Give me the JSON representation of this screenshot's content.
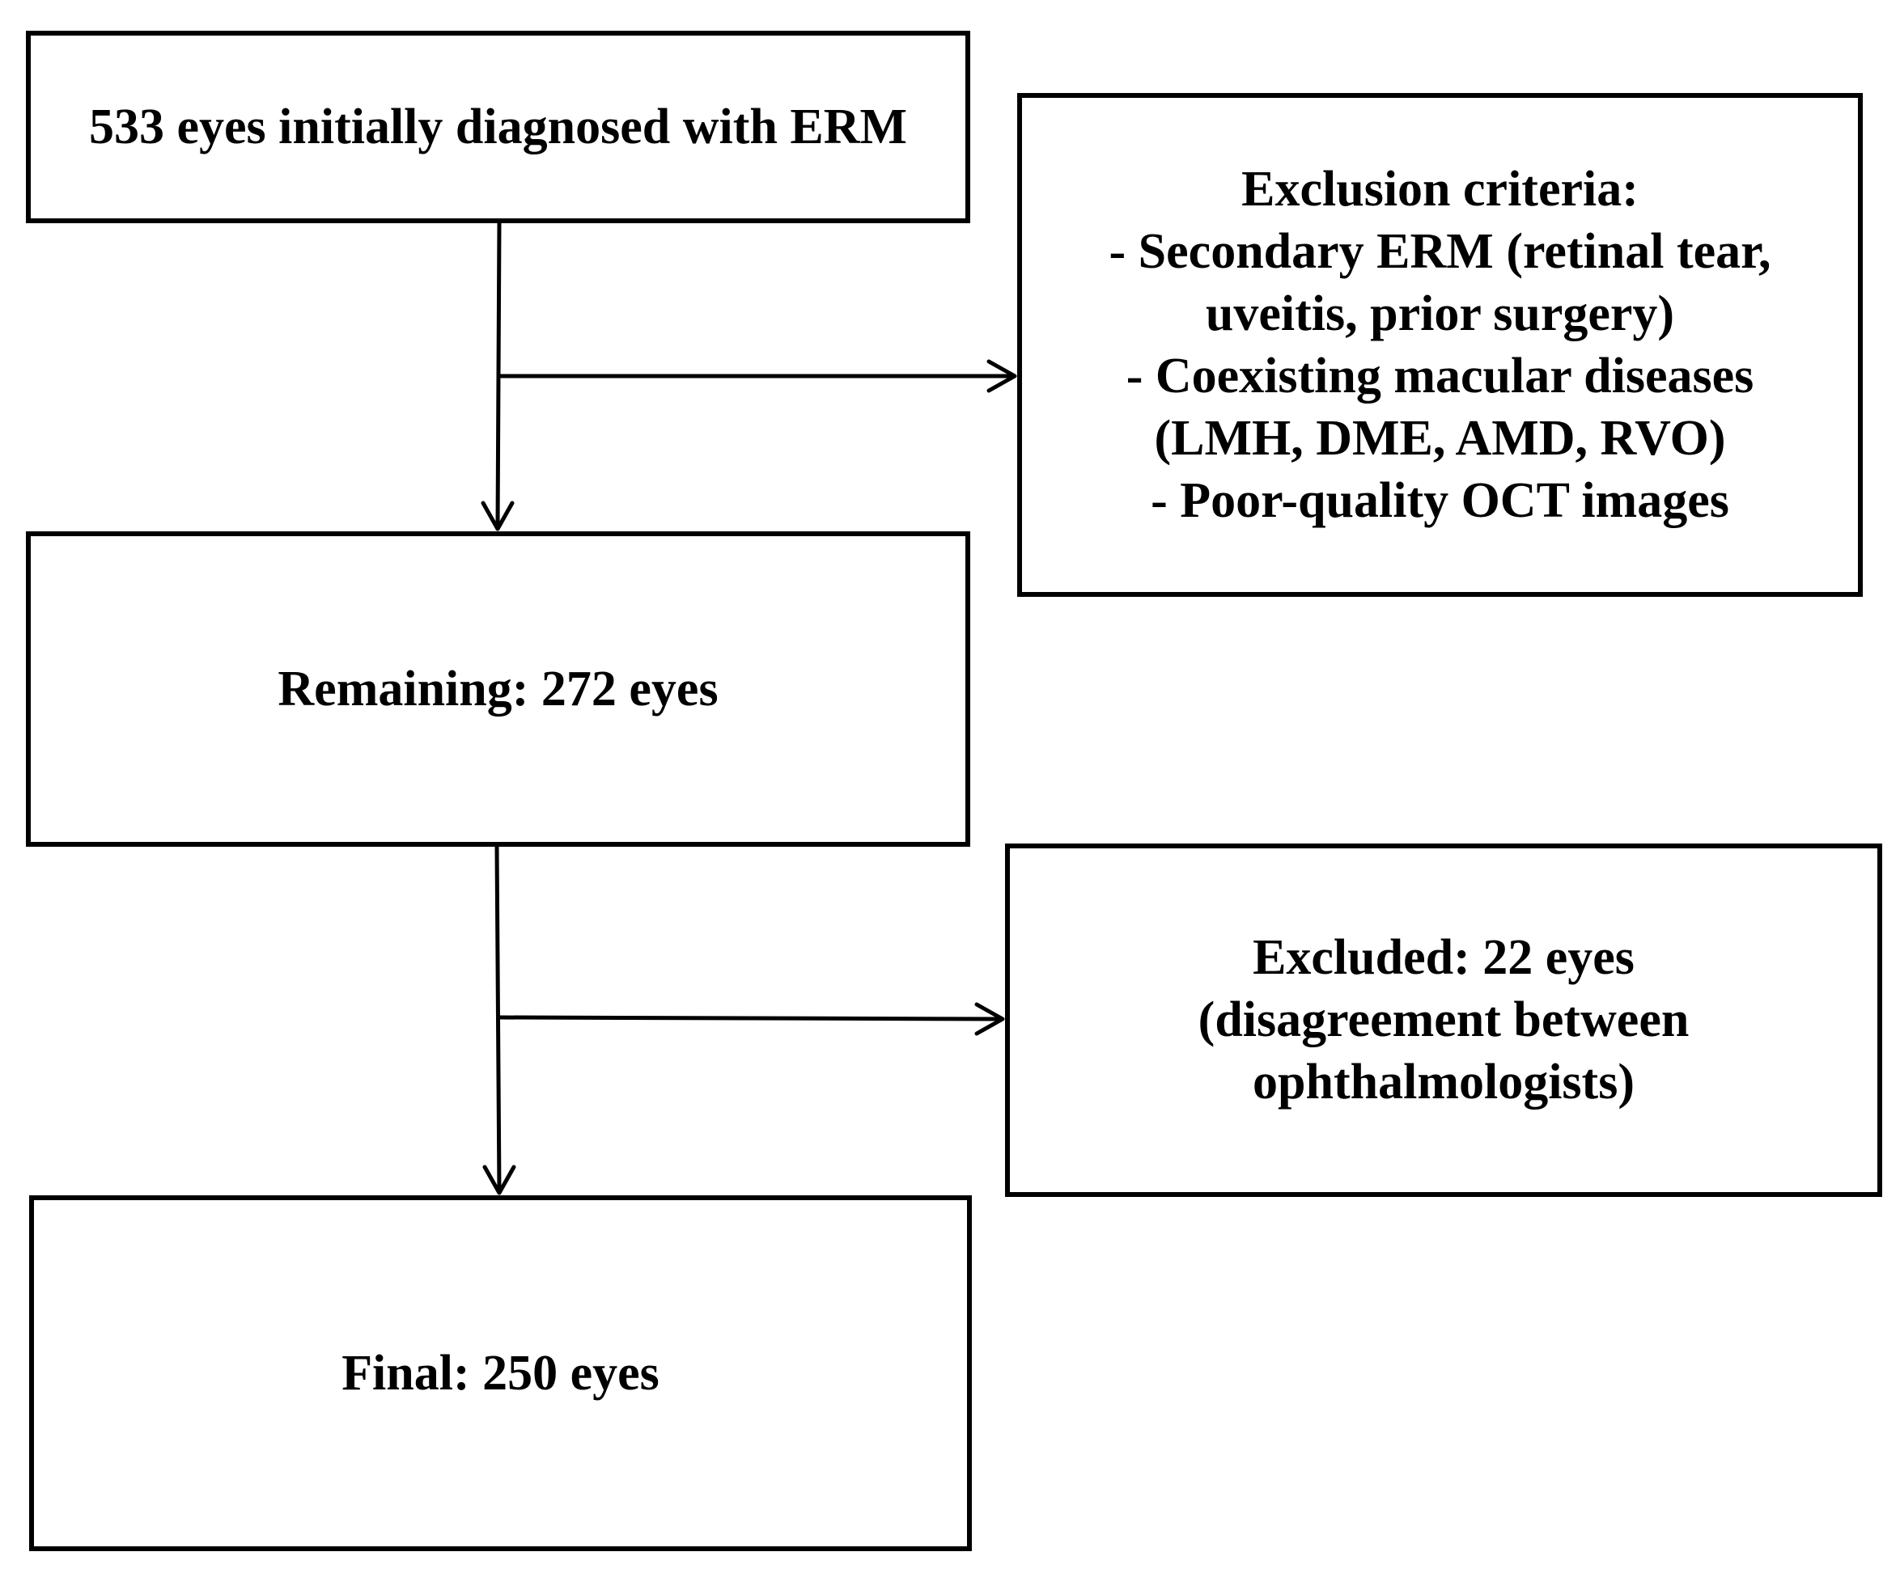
{
  "flowchart": {
    "initial": {
      "text": "533 eyes initially diagnosed with ERM"
    },
    "exclusion_criteria": {
      "lines": [
        "Exclusion criteria:",
        "- Secondary ERM (retinal tear,",
        "uveitis, prior surgery)",
        "- Coexisting macular diseases",
        "(LMH, DME, AMD, RVO)",
        "- Poor-quality OCT images"
      ]
    },
    "remaining": {
      "text": "Remaining: 272 eyes"
    },
    "excluded": {
      "lines": [
        "Excluded: 22 eyes",
        "(disagreement between",
        "ophthalmologists)"
      ]
    },
    "final": {
      "text": "Final: 250 eyes"
    }
  }
}
